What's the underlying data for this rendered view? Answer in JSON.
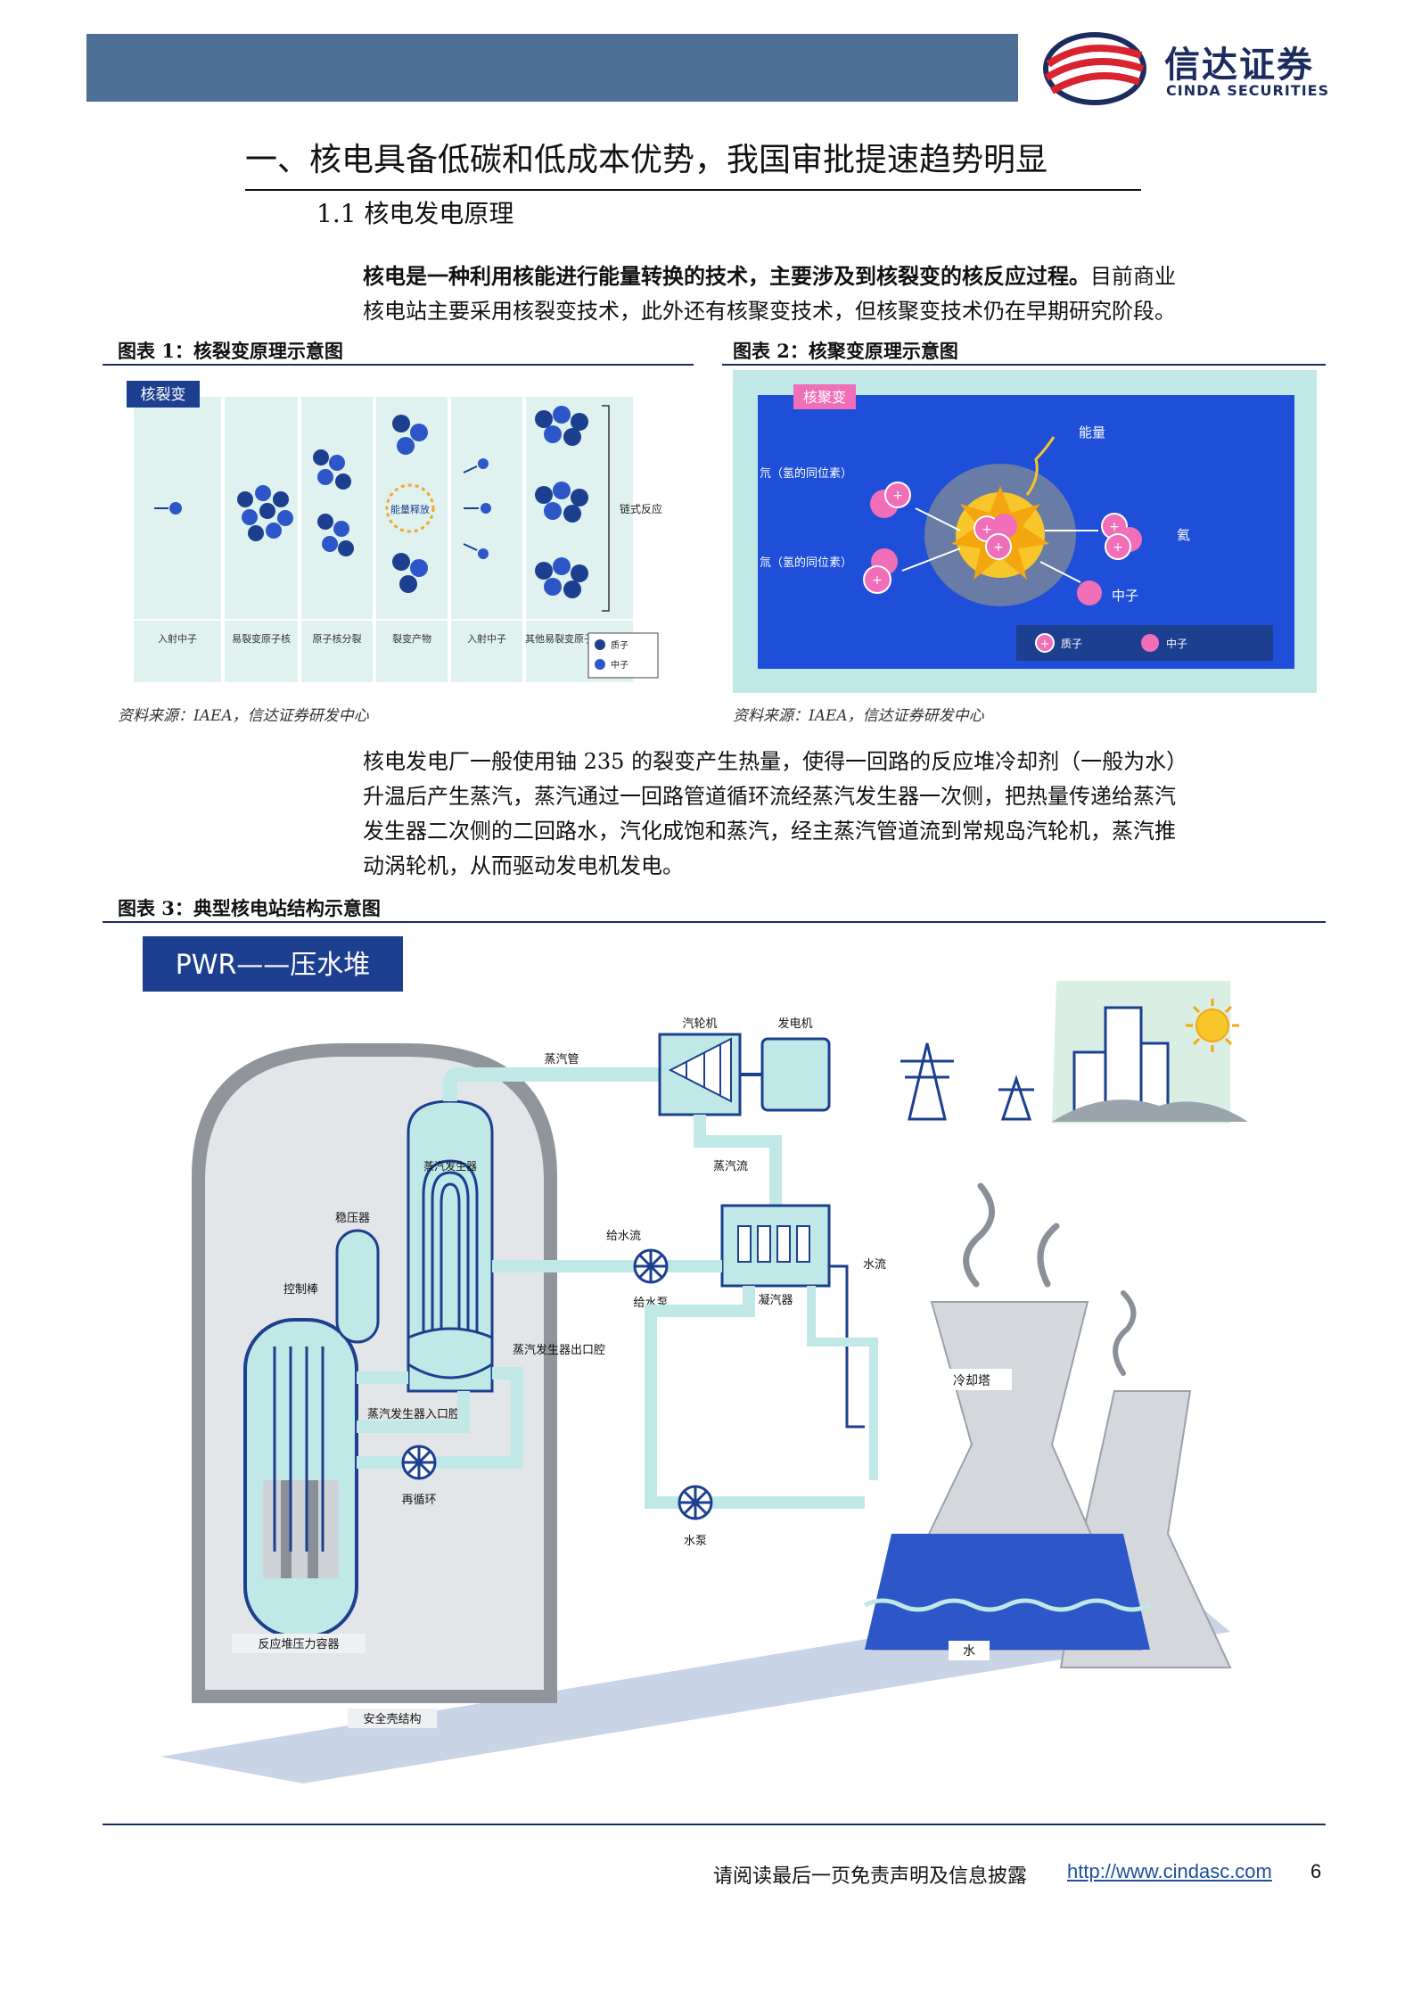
{
  "header": {
    "brand_cn": "信达证券",
    "brand_en": "CINDA SECURITIES"
  },
  "section_title": "一、核电具备低碳和低成本优势，我国审批提速趋势明显",
  "subsection_title": "1.1 核电发电原理",
  "intro": {
    "bold": "核电是一种利用核能进行能量转换的技术，主要涉及到核裂变的核反应过程。",
    "rest_line1": "目前商业",
    "line2": "核电站主要采用核裂变技术，此外还有核聚变技术，但核聚变技术仍在早期研究阶段。"
  },
  "figure1": {
    "caption": "图表 1：核裂变原理示意图",
    "tag": "核裂变",
    "energy_label": "能量释放",
    "chain_label": "链式反应",
    "stages": [
      "入射中子",
      "易裂变原子核",
      "原子核分裂",
      "裂变产物",
      "入射中子",
      "其他易裂变原子核"
    ],
    "legend": [
      "质子",
      "中子"
    ],
    "source": "资料来源：IAEA，信达证券研发中心"
  },
  "figure2": {
    "caption": "图表 2：核聚变原理示意图",
    "tag": "核聚变",
    "deuterium": "氘（氢的同位素）",
    "tritium": "氚（氢的同位素）",
    "energy": "能量",
    "helium": "氦",
    "neutron": "中子",
    "legend": [
      "质子",
      "中子"
    ],
    "source": "资料来源：IAEA，信达证券研发中心"
  },
  "body": [
    "核电发电厂一般使用铀 235 的裂变产生热量，使得一回路的反应堆冷却剂（一般为水）",
    "升温后产生蒸汽，蒸汽通过一回路管道循环流经蒸汽发生器一次侧，把热量传递给蒸汽",
    "发生器二次侧的二回路水，汽化成饱和蒸汽，经主蒸汽管道流到常规岛汽轮机，蒸汽推",
    "动涡轮机，从而驱动发电机发电。"
  ],
  "figure3": {
    "caption": "图表 3：典型核电站结构示意图",
    "tag": "PWR——压水堆",
    "labels": {
      "turbine": "汽轮机",
      "generator": "发电机",
      "steam_pipe": "蒸汽管",
      "steam_generator": "蒸汽发生器",
      "pressurizer": "稳压器",
      "control_rod": "控制棒",
      "feed_water_flow": "给水流",
      "feed_pump": "给水泵",
      "steam_flow": "蒸汽流",
      "condenser": "凝汽器",
      "water_flow": "水流",
      "sg_outlet": "蒸汽发生器出口腔",
      "sg_inlet": "蒸汽发生器入口腔",
      "recirculation": "再循环",
      "cooling_tower": "冷却塔",
      "pump": "水泵",
      "water": "水",
      "vessel": "反应堆压力容器",
      "containment": "安全壳结构"
    }
  },
  "footer": {
    "disclaimer": "请阅读最后一页免责声明及信息披露",
    "url": "http://www.cindasc.com",
    "page": "6"
  },
  "colors": {
    "header_bar": "#4d6f96",
    "brand_navy": "#1d2c5e",
    "brand_red": "#d9232e",
    "diagram_navy": "#1d3f8f",
    "diagram_teal": "#bfe8e6",
    "fusion_blue": "#1f4ed8",
    "fusion_pink": "#f06fb8"
  }
}
